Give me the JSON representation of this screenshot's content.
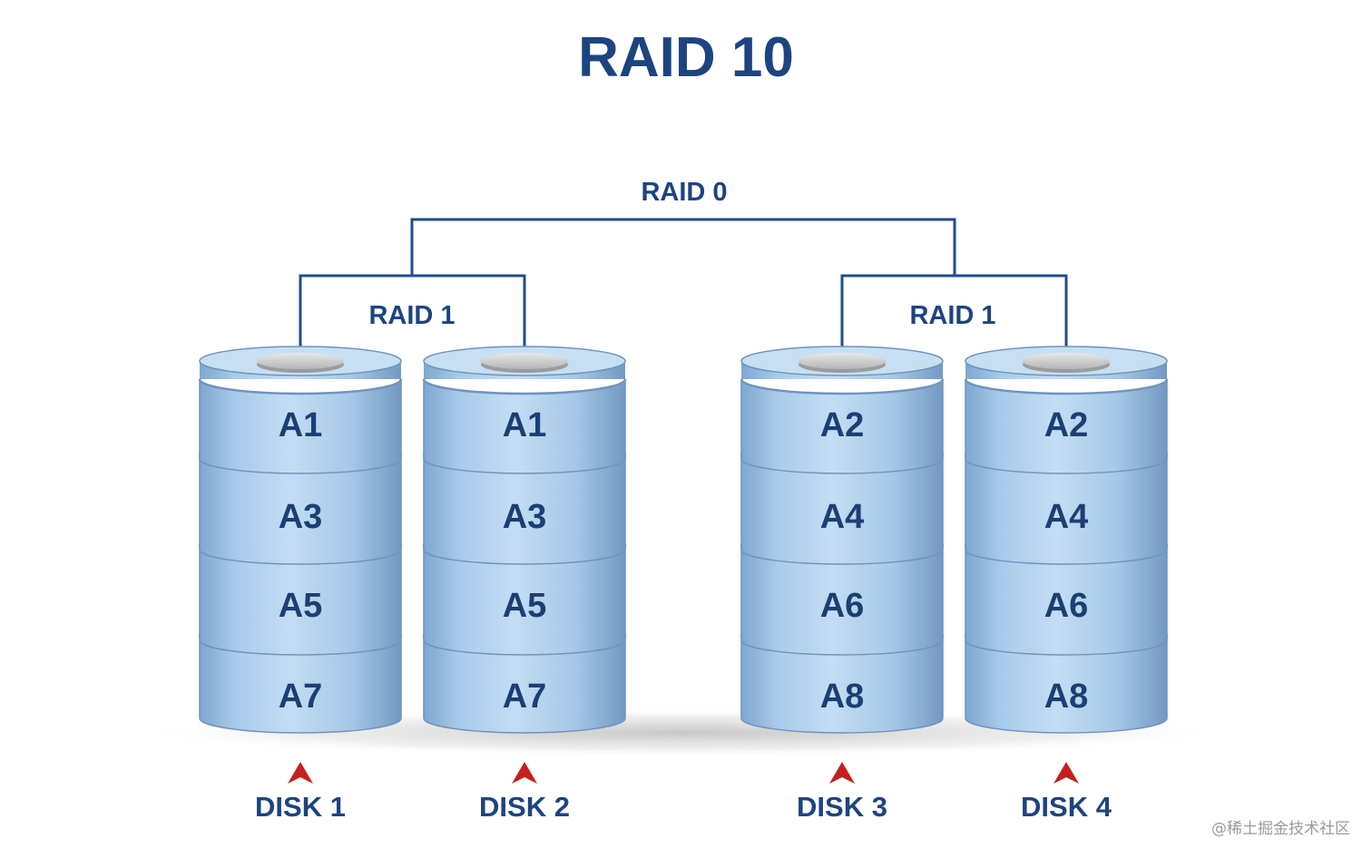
{
  "title": "RAID 10",
  "colors": {
    "heading": "#1d4480",
    "connector": "#1f4d8a",
    "disk_body": "#a8cbe9",
    "disk_edge": "#6f94bd",
    "disk_top": "#c6dff2",
    "spindle": "#d9d9d9",
    "block_text": "#1b3f74",
    "arrow": "#c51f1f"
  },
  "raid0": {
    "label": "RAID 0"
  },
  "mirror_groups": [
    {
      "label": "RAID 1"
    },
    {
      "label": "RAID 1"
    }
  ],
  "disks": [
    {
      "name": "DISK 1",
      "blocks": [
        "A1",
        "A3",
        "A5",
        "A7"
      ],
      "arrow_icon": "up-arrow-icon"
    },
    {
      "name": "DISK 2",
      "blocks": [
        "A1",
        "A3",
        "A5",
        "A7"
      ],
      "arrow_icon": "up-arrow-icon"
    },
    {
      "name": "DISK 3",
      "blocks": [
        "A2",
        "A4",
        "A6",
        "A8"
      ],
      "arrow_icon": "up-arrow-icon"
    },
    {
      "name": "DISK 4",
      "blocks": [
        "A2",
        "A4",
        "A6",
        "A8"
      ],
      "arrow_icon": "up-arrow-icon"
    }
  ],
  "watermark": "@稀土掘金技术社区"
}
